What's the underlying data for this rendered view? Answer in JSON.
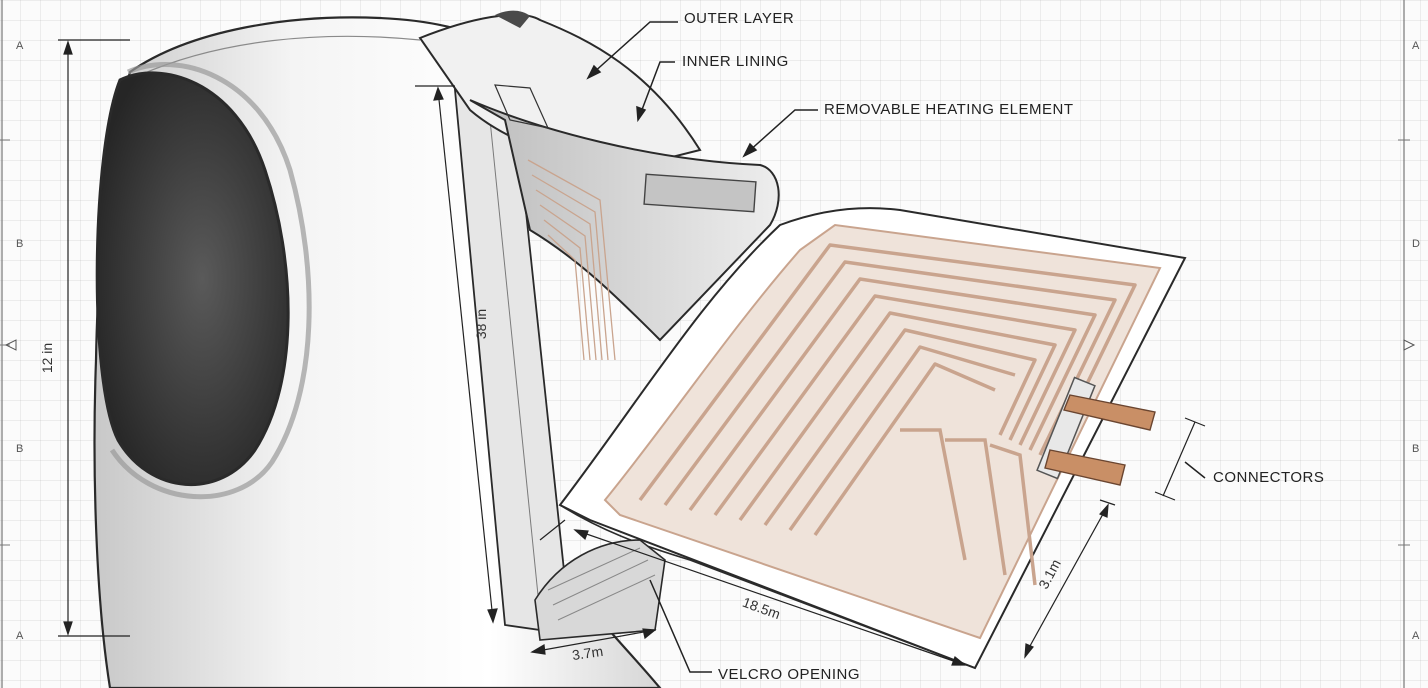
{
  "callouts": {
    "outer_layer": "OUTER LAYER",
    "inner_lining": "INNER LINING",
    "heating_element": "REMOVABLE HEATING ELEMENT",
    "connectors": "CONNECTORS",
    "velcro_opening": "VELCRO OPENING"
  },
  "dimensions": {
    "vest_height": "12 in",
    "panel_length": "38 in",
    "element_width": "18.5m",
    "element_depth": "3.1m",
    "opening_width": "3.7m"
  },
  "margin_letters": {
    "left": [
      "A",
      "B",
      "B",
      "A"
    ],
    "right": [
      "A",
      "D",
      "B",
      "A"
    ]
  },
  "colors": {
    "line": "#2a2a2a",
    "vest_shade": "#e2e2e2",
    "armhole": "#3a3a3a",
    "heating_trace": "#c9a48e",
    "heating_fill": "#efe3da",
    "connector": "#c98f66",
    "grid": "#dcdcdc"
  }
}
